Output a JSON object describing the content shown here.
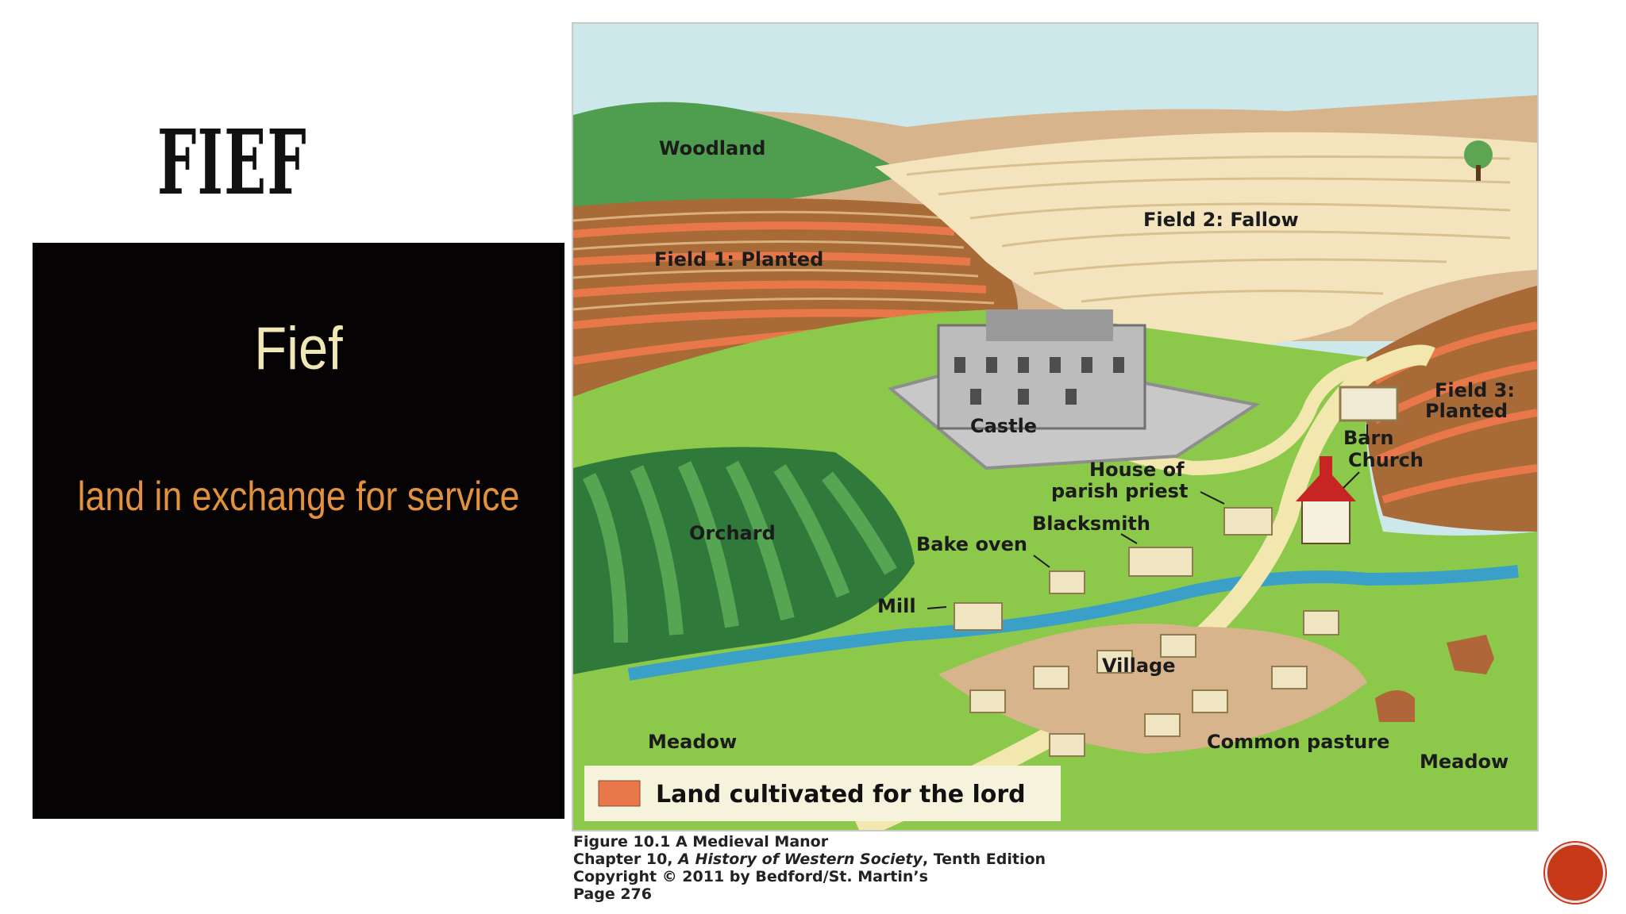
{
  "slide": {
    "title": "FIEF"
  },
  "video": {
    "heading": "Fief",
    "definition": "land in exchange for service"
  },
  "map": {
    "labels": {
      "woodland": "Woodland",
      "field2": "Field 2: Fallow",
      "field1": "Field 1: Planted",
      "field3_line1": "Field 3:",
      "field3_line2": "Planted",
      "castle": "Castle",
      "barn": "Barn",
      "church": "Church",
      "house_line1": "House of",
      "house_line2": "parish priest",
      "blacksmith": "Blacksmith",
      "orchard": "Orchard",
      "bake_oven": "Bake oven",
      "mill": "Mill",
      "village": "Village",
      "meadow_left": "Meadow",
      "common_pasture": "Common pasture",
      "meadow_right": "Meadow"
    },
    "legend": {
      "label": "Land cultivated for the lord",
      "swatch_color": "#e8784a"
    }
  },
  "caption": {
    "line1": "Figure 10.1 A Medieval Manor",
    "line2_prefix": "Chapter 10, ",
    "line2_italic": "A History of Western Society",
    "line2_suffix": ", Tenth Edition",
    "line3": "Copyright © 2011 by Bedford/St. Martin’s",
    "line4": "Page 276"
  },
  "colors": {
    "accent": "#c8391a"
  }
}
